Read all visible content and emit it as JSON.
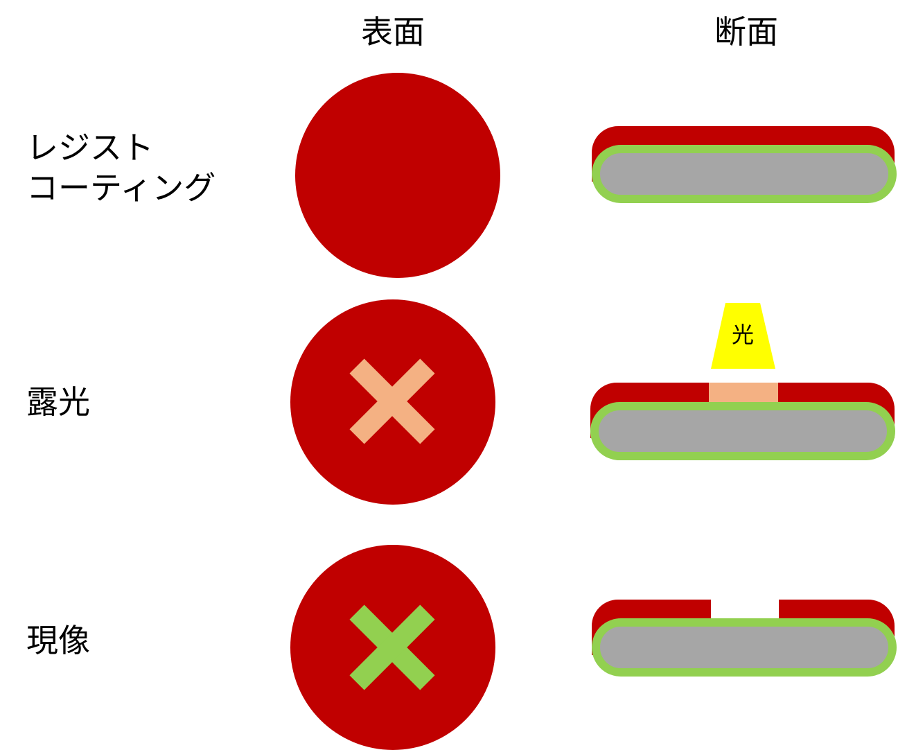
{
  "headers": {
    "surface": "表面",
    "cross_section": "断面"
  },
  "steps": [
    {
      "label_lines": [
        "レジスト",
        "コーティング"
      ]
    },
    {
      "label_lines": [
        "露光"
      ],
      "light_label": "光"
    },
    {
      "label_lines": [
        "現像"
      ]
    }
  ],
  "colors": {
    "resist": "#c00000",
    "wafer": "#a6a6a6",
    "layer": "#92d050",
    "exposed": "#f4b183",
    "light": "#ffff00"
  }
}
